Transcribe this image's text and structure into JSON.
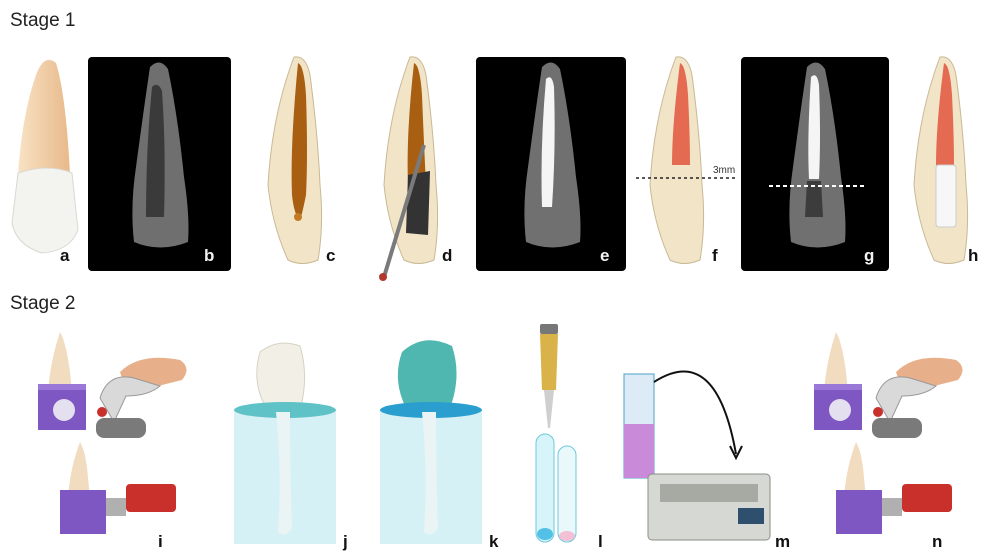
{
  "stage1": {
    "title": "Stage 1",
    "labels": {
      "a": "a",
      "b": "b",
      "c": "c",
      "d": "d",
      "e": "e",
      "f": "f",
      "g": "g",
      "h": "h"
    },
    "measure": "3mm"
  },
  "stage2": {
    "title": "Stage 2",
    "labels": {
      "i1": "i",
      "j": "j",
      "k": "k",
      "l": "l",
      "m": "m",
      "n": "n"
    }
  },
  "colors": {
    "dentin": "#f1e4c7",
    "enamel": "#eeeeec",
    "root_canal": "#a85f12",
    "filling": "#e46a52",
    "cylinder": "#bfe6ee",
    "purple_block": "#7e57c2",
    "teal_cover": "#4fb7b0",
    "red_handle": "#c9302c"
  }
}
